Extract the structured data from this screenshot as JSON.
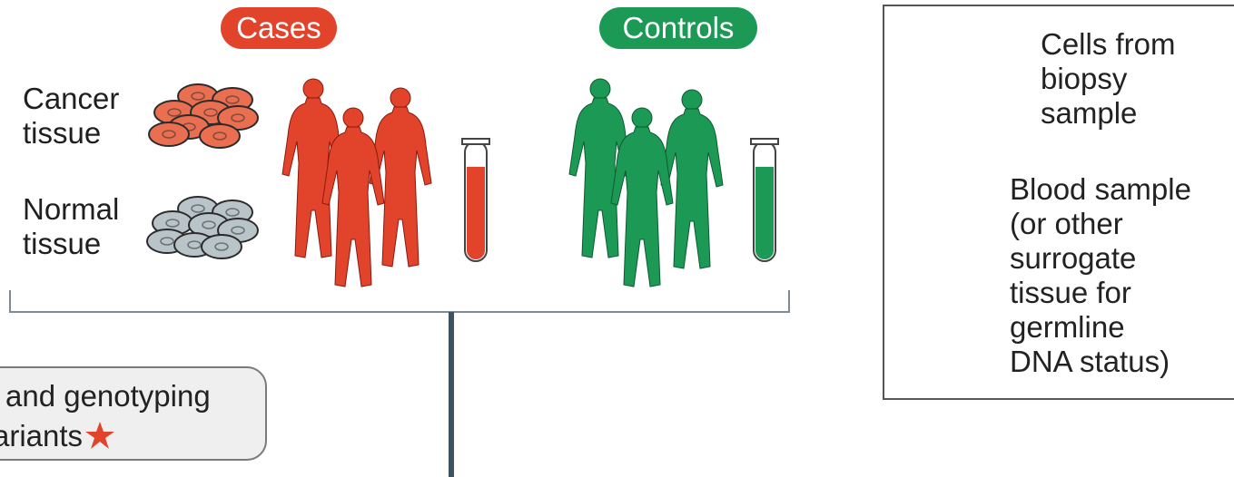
{
  "groups": {
    "cases_label": "Cases",
    "controls_label": "Controls"
  },
  "tissue": {
    "cancer": [
      "Cancer",
      "tissue"
    ],
    "normal": [
      "Normal",
      "tissue"
    ]
  },
  "sequencing_box": [
    "and genotyping",
    "ariants"
  ],
  "legend": {
    "cells": [
      "Cells from",
      "biopsy",
      "sample"
    ],
    "blood": [
      "Blood sample",
      "(or other",
      "surrogate",
      "tissue for",
      "germline",
      "DNA status)"
    ]
  },
  "colors": {
    "cases": "#e2432b",
    "controls": "#1c9a55",
    "cancer_cell": "#ea6f51",
    "normal_cell": "#b9c4c9",
    "bracket": "#7f8c93",
    "stem": "#3e5360",
    "star": "#e2432b"
  },
  "icons": [
    "person-icon",
    "test-tube-icon",
    "cell-cluster-icon",
    "star-icon"
  ]
}
